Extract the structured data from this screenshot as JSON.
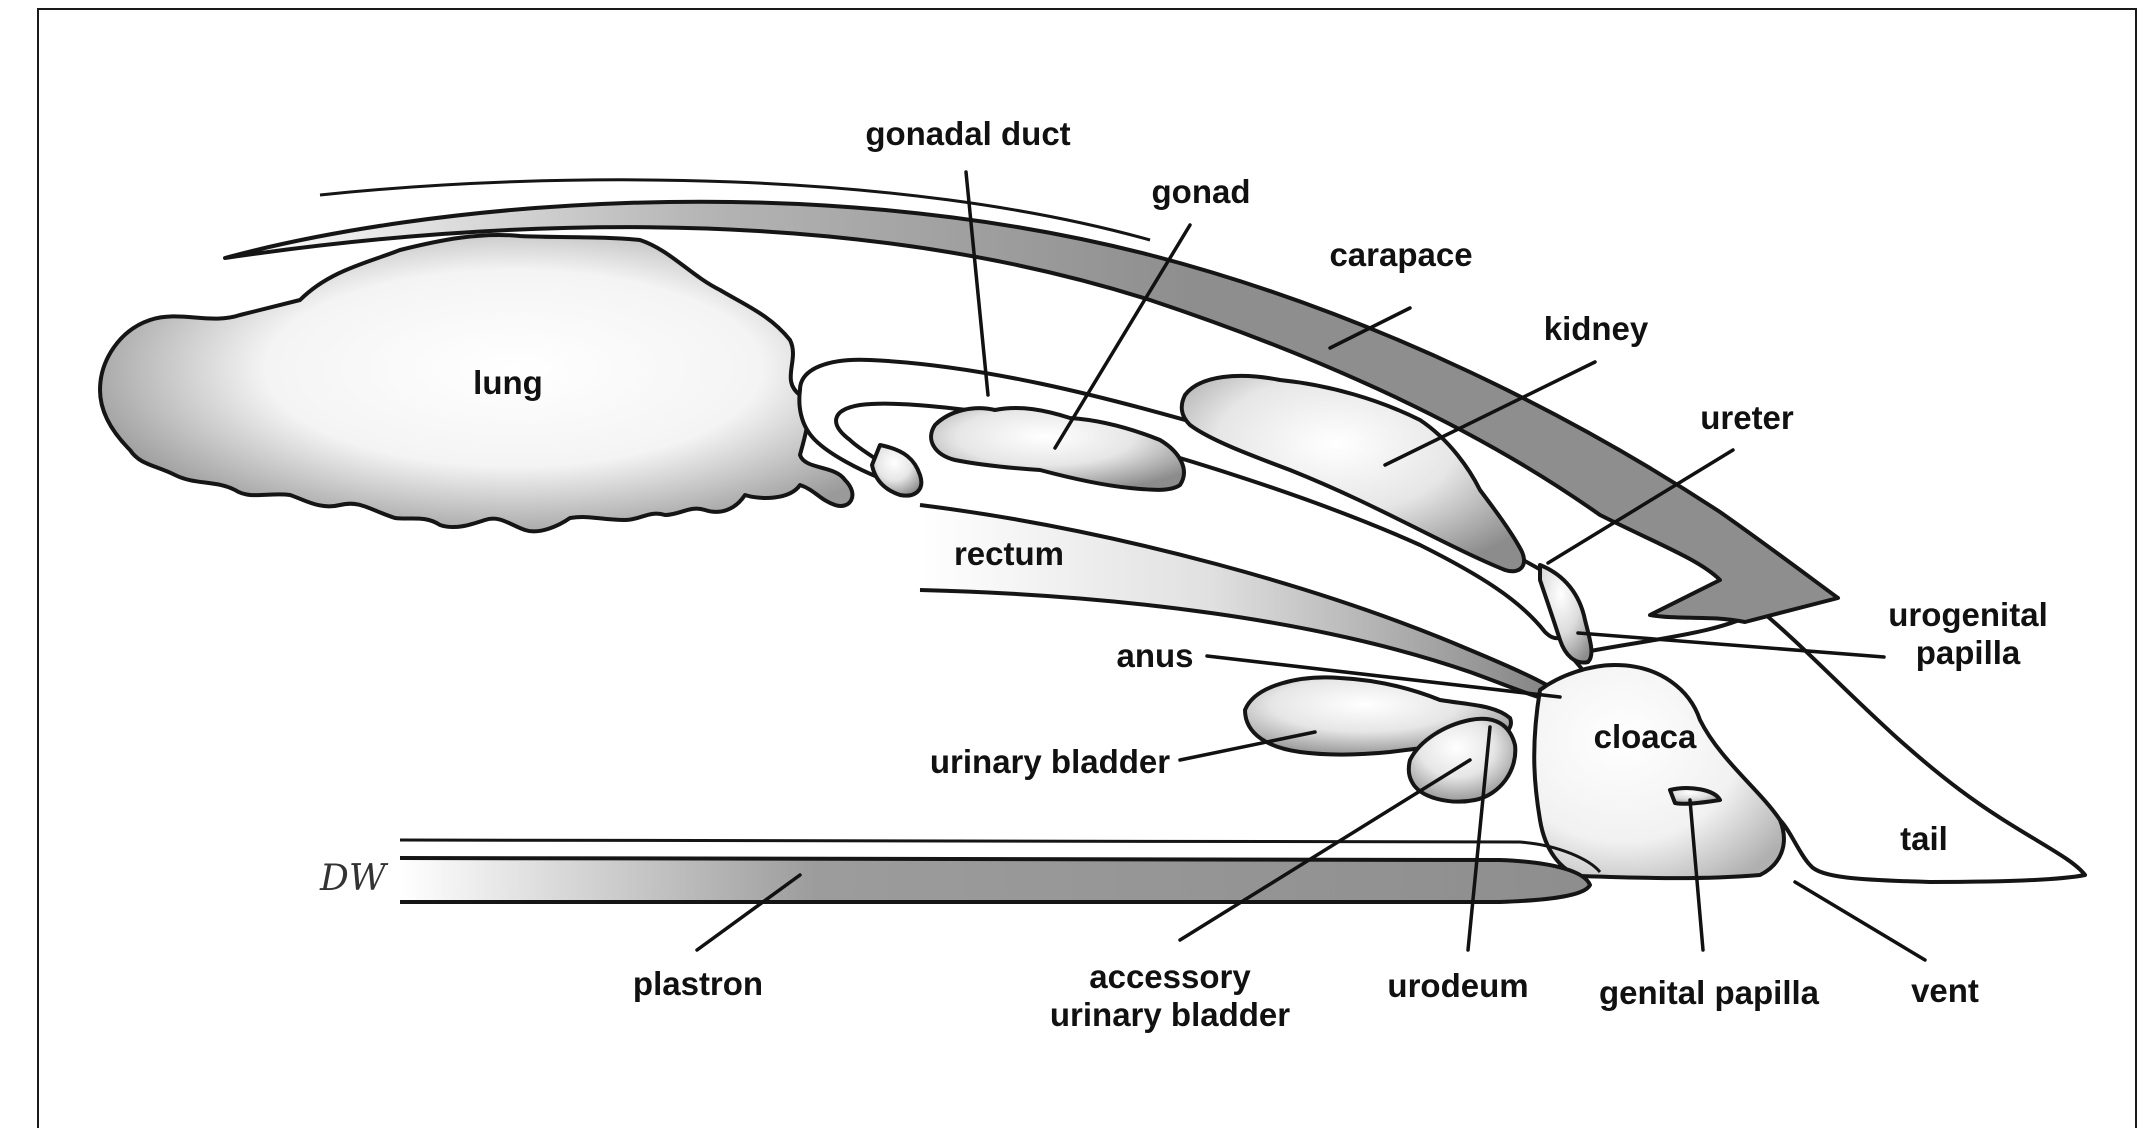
{
  "labels": {
    "gonadal_duct": "gonadal duct",
    "gonad": "gonad",
    "carapace": "carapace",
    "kidney": "kidney",
    "lung": "lung",
    "ureter": "ureter",
    "rectum": "rectum",
    "urogenital_papilla_1": "urogenital",
    "urogenital_papilla_2": "papilla",
    "anus": "anus",
    "cloaca": "cloaca",
    "urinary_bladder": "urinary bladder",
    "tail": "tail",
    "plastron": "plastron",
    "accessory_bladder_1": "accessory",
    "accessory_bladder_2": "urinary bladder",
    "urodeum": "urodeum",
    "genital_papilla": "genital papilla",
    "vent": "vent"
  },
  "signature": "DW",
  "colors": {
    "outline": "#151515",
    "organ_fill_light": "#ffffff",
    "organ_fill_dark": "#8a8a8a",
    "shell_fill": "#959595"
  }
}
